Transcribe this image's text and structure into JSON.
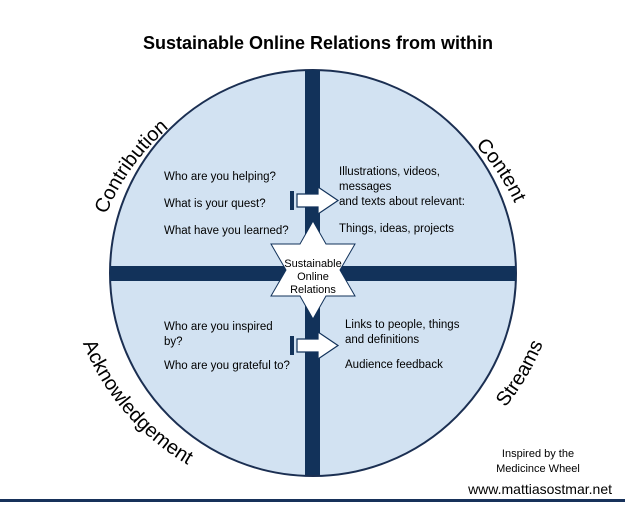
{
  "title": "Sustainable Online Relations from within",
  "center": {
    "lines": [
      "Sustainable",
      "Online",
      "Relations"
    ]
  },
  "quadrants": {
    "contribution": {
      "label": "Contribution",
      "lines": [
        "Who are you helping?",
        "What is your quest?",
        "What have you learned?"
      ]
    },
    "content": {
      "label": "Content",
      "lines": [
        "Illustrations, videos,",
        "messages",
        "and texts about relevant:",
        "Things, ideas, projects"
      ]
    },
    "acknowledgement": {
      "label": "Acknowledgement",
      "lines": [
        "Who are you inspired",
        "by?",
        "Who are you grateful to?"
      ]
    },
    "streams": {
      "label": "Streams",
      "lines": [
        "Links to people, things",
        "and definitions",
        "Audience feedback"
      ]
    }
  },
  "credit": {
    "line1": "Inspired by the",
    "line2": "Medicince Wheel"
  },
  "url": "www.mattiasostmar.net",
  "colors": {
    "circle_fill": "#d2e2f2",
    "circle_stroke": "#1b2f52",
    "bar": "#12325a",
    "footer_line": "#17315a"
  }
}
